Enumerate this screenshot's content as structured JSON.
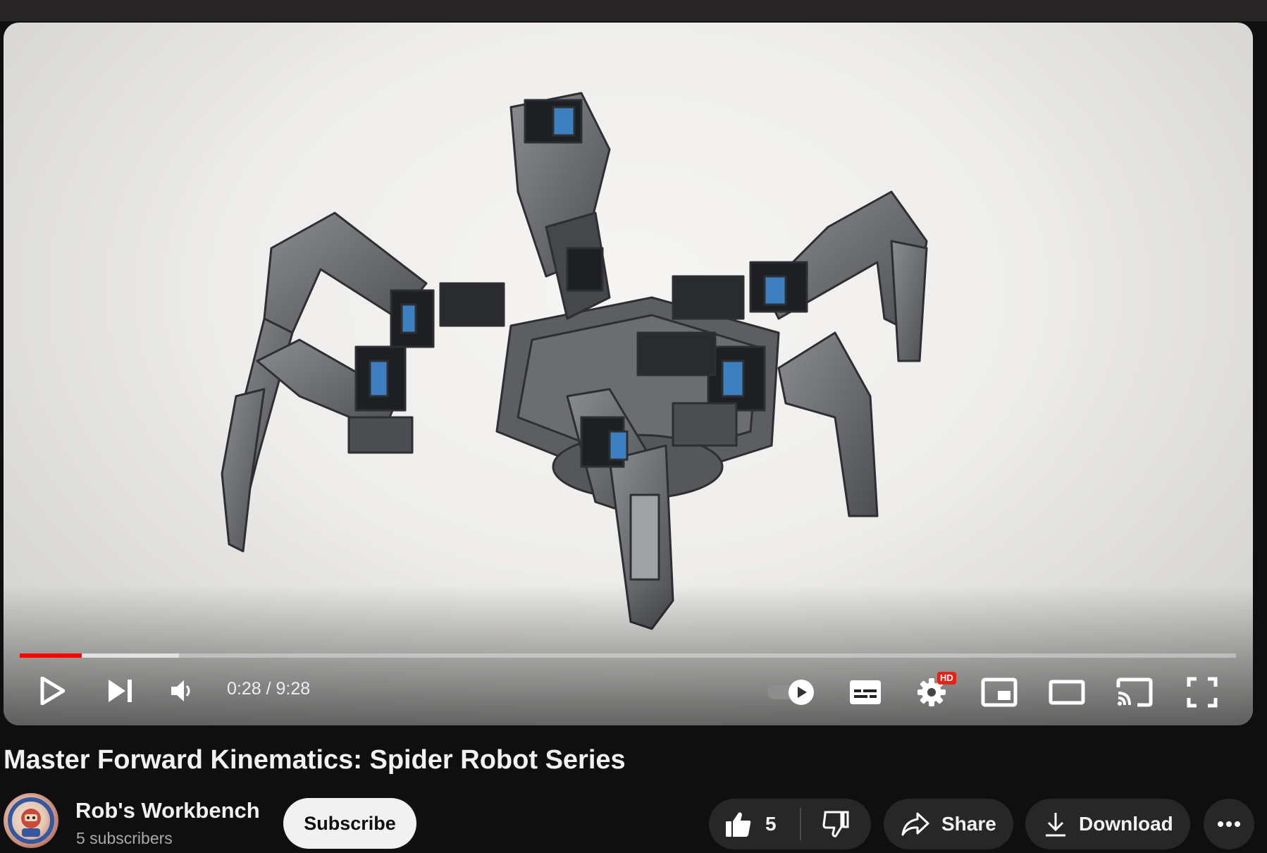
{
  "player": {
    "time_current": "0:28",
    "time_separator": " / ",
    "time_total": "9:28",
    "progress_played": 0.051,
    "progress_buffered": 0.131,
    "hd_badge": "HD",
    "icons": [
      "play-icon",
      "next-icon",
      "volume-icon",
      "autoplay-toggle-icon",
      "subtitles-icon",
      "settings-icon",
      "miniplayer-icon",
      "theater-mode-icon",
      "cast-icon",
      "fullscreen-icon"
    ],
    "colors": {
      "played": "#ff0000",
      "hd_badge": "#e62117"
    }
  },
  "video": {
    "title": "Master Forward Kinematics: Spider Robot Series"
  },
  "channel": {
    "name": "Rob's Workbench",
    "subscribers": "5 subscribers",
    "subscribe_label": "Subscribe"
  },
  "actions": {
    "like_count": "5",
    "share_label": "Share",
    "download_label": "Download"
  }
}
